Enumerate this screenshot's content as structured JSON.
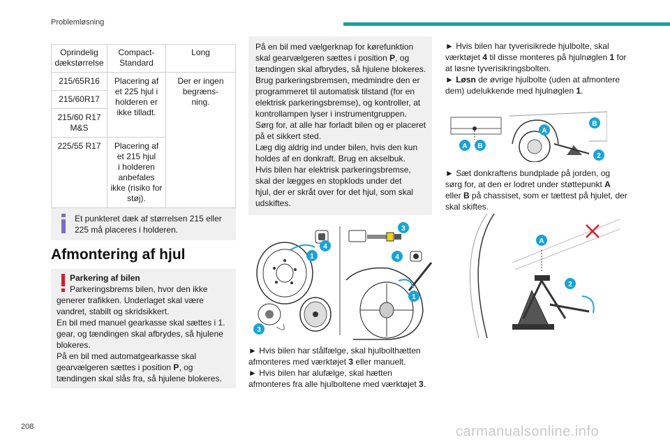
{
  "header": {
    "title": "Problemløsning"
  },
  "page_number": "208",
  "watermark": "carmanualsonline.info",
  "table": {
    "headers": [
      "Oprindelig dækstørrelse",
      "Compact-Standard",
      "Long"
    ],
    "header_lines": [
      [
        "Oprindelig",
        "dækstørrelse"
      ],
      [
        "Compact-",
        "Standard"
      ],
      [
        "Long"
      ]
    ],
    "sizes": [
      "215/65R16",
      "215/60R17",
      "215/60 R17 M&S",
      "225/55 R17"
    ],
    "size_lines": [
      [
        "215/65R16"
      ],
      [
        "215/60R17"
      ],
      [
        "215/60 R17",
        "M&S"
      ],
      [
        "225/55 R17"
      ]
    ],
    "compact_a_lines": [
      "Placering af",
      "et 225 hjul i",
      "holderen er",
      "ikke tilladt."
    ],
    "compact_b_lines": [
      "Placering af",
      "et 215 hjul",
      "i holderen",
      "anbefales",
      "ikke (risiko for",
      "støj)."
    ],
    "long_lines": [
      "Der er ingen",
      "begræns-",
      "ning."
    ]
  },
  "info_note": {
    "line1": "Et punkteret dæk af størrelsen 215 eller",
    "line2": "225 må placeres i holderen."
  },
  "section_title": "Afmontering af hjul",
  "warning": {
    "title": "Parkering af bilen",
    "l1": "Parkeringsbrems bilen, hvor den ikke",
    "l2": "generer trafikken. Underlaget skal være",
    "l3": "vandret, stabilt og skridsikkert.",
    "l4": "En bil med manuel gearkasse skal sættes i 1.",
    "l5": "gear, og tændingen skal afbrydes, så hjulene",
    "l6": "blokeres.",
    "l7": "På en bil med automatgearkasse skal",
    "l8a": "gearvælgeren sættes i position ",
    "l8b": "P",
    "l8c": ", og",
    "l9": "tændingen skal slås fra, så hjulene blokeres."
  },
  "middle_box": {
    "l1": "På en bil med vælgerknap for kørefunktion",
    "l2a": "skal gearvælgeren sættes i position ",
    "l2b": "P",
    "l2c": ", og",
    "l3": "tændingen skal afbrydes, så hjulene blokeres.",
    "l4": "Brug parkeringsbremsen, medmindre den er",
    "l5": "programmeret til automatisk tilstand (for en",
    "l6": "elektrisk parkeringsbremse), og kontroller, at",
    "l7": "kontrollampen lyser i instrumentgruppen.",
    "l8": "Sørg for, at alle har forladt bilen og er placeret",
    "l9": "på et sikkert sted.",
    "l10": "Læg dig aldrig ind under bilen, hvis den kun",
    "l11": "holdes af en donkraft. Brug en akselbuk.",
    "l12": "Hvis bilen har elektrisk parkeringsbremse,",
    "l13": "skal der lægges en stopklods under det",
    "l14": "hjul, der er skråt over for det hjul, som skal",
    "l15": "udskiftes."
  },
  "middle_steps": {
    "s1a": "► Hvis bilen har stålfælge, skal hjulbolthætten",
    "s1b": "afmonteres med værktøjet ",
    "s1c": "3",
    "s1d": " eller manuelt.",
    "s2a": "► Hvis bilen har alufælge, skal hætten",
    "s2b": "afmonteres fra alle hjulboltene med værktøjet ",
    "s2c": "3",
    "s2d": "."
  },
  "right_text": {
    "p1a": "► Hvis bilen har tyverisikrede hjulbolte, skal",
    "p1b1": "værktøjet ",
    "p1b2": "4",
    "p1b3": " til disse monteres på hjulnøglen ",
    "p1b4": "1",
    "p1b5": " for",
    "p1c": "at løsne tyverisikringsbolten.",
    "p2a1": "► ",
    "p2a2": "Løsn",
    "p2a3": " de øvrige hjulbolte (uden at afmontere",
    "p2b1": "dem) udelukkende med hjulnøglen ",
    "p2b2": "1",
    "p2b3": ".",
    "p3a": "► Sæt donkraftens bundplade på jorden, og",
    "p3b": "sørg for, at den er lodret under støttepunkt ",
    "p3b2": "A",
    "p3c1": "eller ",
    "p3c2": "B",
    "p3c3": " på chassiset, som er tættest på hjulet, der",
    "p3d": "skal skiftes."
  },
  "callouts": {
    "c1": "1",
    "c2": "2",
    "c3": "3",
    "c4": "4",
    "cA": "A",
    "cB": "B"
  },
  "colors": {
    "accent": "#1d9e9a",
    "callout": "#1aa3d6",
    "warning": "#d0202a",
    "info": "#7f6bbf",
    "box_bg": "#f0f0f0"
  }
}
